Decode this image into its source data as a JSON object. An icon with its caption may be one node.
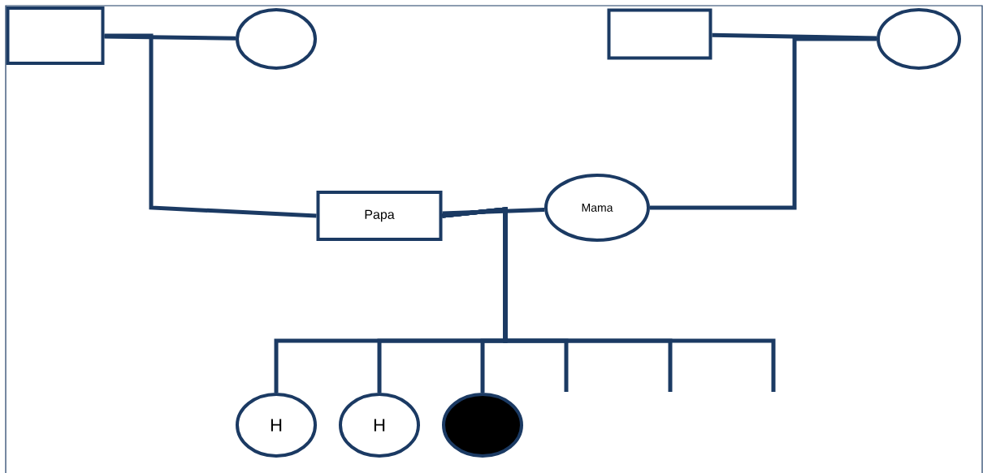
{
  "diagram": {
    "nodes": [
      {
        "text": [],
        "shape": "box"
      },
      {
        "text": [],
        "shape": "circle"
      },
      {
        "text": [],
        "shape": "box"
      },
      {
        "text": [],
        "shape": "circle"
      },
      {
        "text": [
          "Papa"
        ]
      },
      {
        "text": [
          "Mama"
        ]
      },
      {
        "text": [
          "H"
        ]
      },
      {
        "text": [
          "H"
        ]
      },
      {
        "text": [],
        "shape": "circle"
      }
    ],
    "edges": [
      {
        "from": 0,
        "to": 1,
        "arrow": "none"
      },
      {
        "from": 2,
        "to": 3,
        "arrow": "none"
      },
      {
        "from": 0,
        "to": 4,
        "arrow": "none"
      },
      {
        "from": 3,
        "to": 5,
        "arrow": "none"
      },
      {
        "from": 4,
        "to": 5,
        "arrow": "none"
      },
      {
        "from": 4,
        "to": 6,
        "arrow": "none"
      },
      {
        "from": 4,
        "to": 7,
        "arrow": "none"
      },
      {
        "from": 4,
        "to": 8,
        "arrow": "none"
      },
      {
        "from": 4,
        "to": null,
        "arrow": "none"
      },
      {
        "from": 4,
        "to": null,
        "arrow": "none"
      },
      {
        "from": 4,
        "to": null,
        "arrow": "none"
      }
    ]
  }
}
